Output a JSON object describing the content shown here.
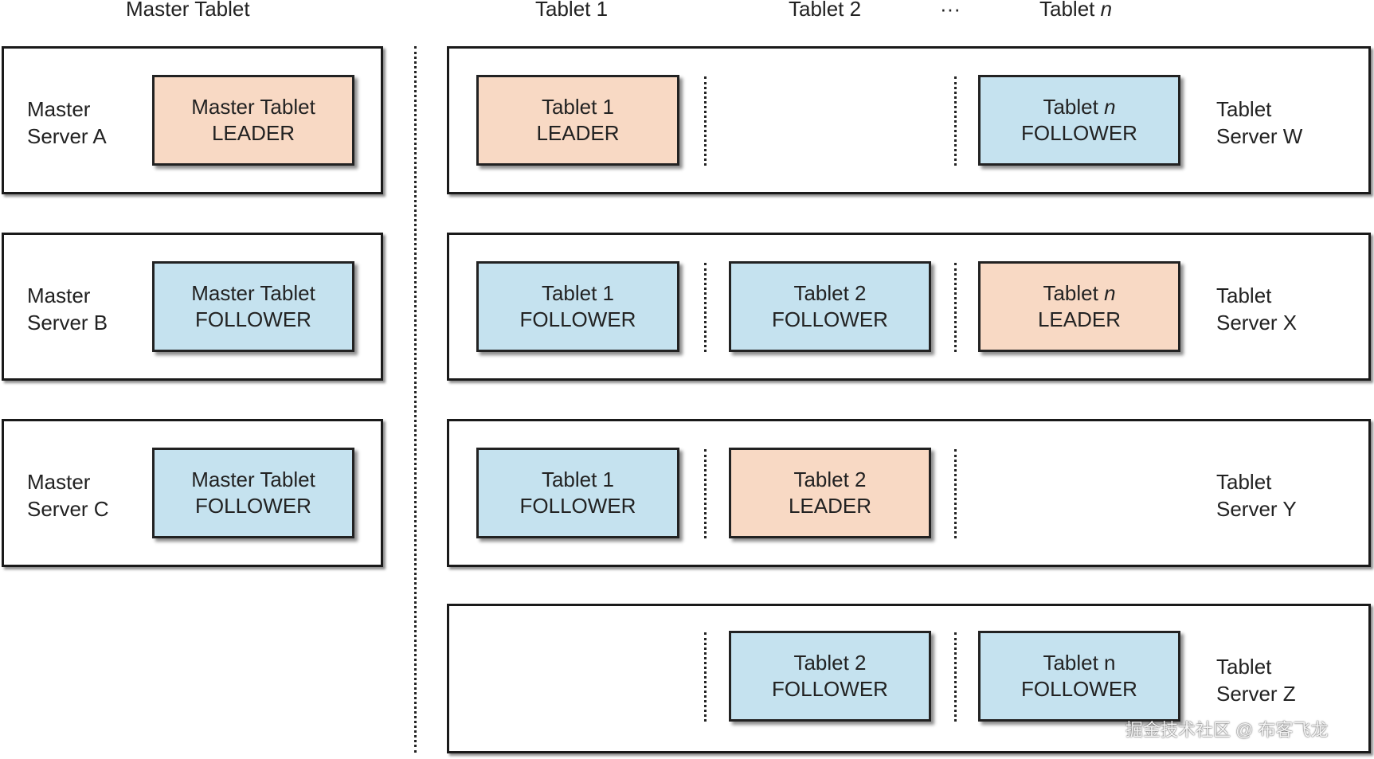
{
  "headers": {
    "master": "Master Tablet",
    "t1": "Tablet 1",
    "t2": "Tablet 2",
    "ellipsis": "···",
    "tn_prefix": "Tablet",
    "tn_var": "n"
  },
  "masters": [
    {
      "name_l1": "Master",
      "name_l2": "Server A",
      "tablet": "Master Tablet",
      "role": "LEADER"
    },
    {
      "name_l1": "Master",
      "name_l2": "Server B",
      "tablet": "Master Tablet",
      "role": "FOLLOWER"
    },
    {
      "name_l1": "Master",
      "name_l2": "Server C",
      "tablet": "Master Tablet",
      "role": "FOLLOWER"
    }
  ],
  "tablet_servers": {
    "w": {
      "name_l1": "Tablet",
      "name_l2": "Server W",
      "t1": {
        "label": "Tablet 1",
        "role": "LEADER"
      },
      "tn": {
        "prefix": "Tablet",
        "var": "n",
        "role": "FOLLOWER"
      }
    },
    "x": {
      "name_l1": "Tablet",
      "name_l2": "Server X",
      "t1": {
        "label": "Tablet 1",
        "role": "FOLLOWER"
      },
      "t2": {
        "label": "Tablet 2",
        "role": "FOLLOWER"
      },
      "tn": {
        "prefix": "Tablet",
        "var": "n",
        "role": "LEADER"
      }
    },
    "y": {
      "name_l1": "Tablet",
      "name_l2": "Server Y",
      "t1": {
        "label": "Tablet 1",
        "role": "FOLLOWER"
      },
      "t2": {
        "label": "Tablet 2",
        "role": "LEADER"
      }
    },
    "z": {
      "name_l1": "Tablet",
      "name_l2": "Server Z",
      "t2": {
        "label": "Tablet 2",
        "role": "FOLLOWER"
      },
      "tn": {
        "label": "Tablet n",
        "role": "FOLLOWER"
      }
    }
  },
  "colors": {
    "leader": "#f8d9c4",
    "follower": "#c5e2ef",
    "border": "#1a1a1a"
  },
  "watermark": "掘金技术社区 @ 布客飞龙"
}
